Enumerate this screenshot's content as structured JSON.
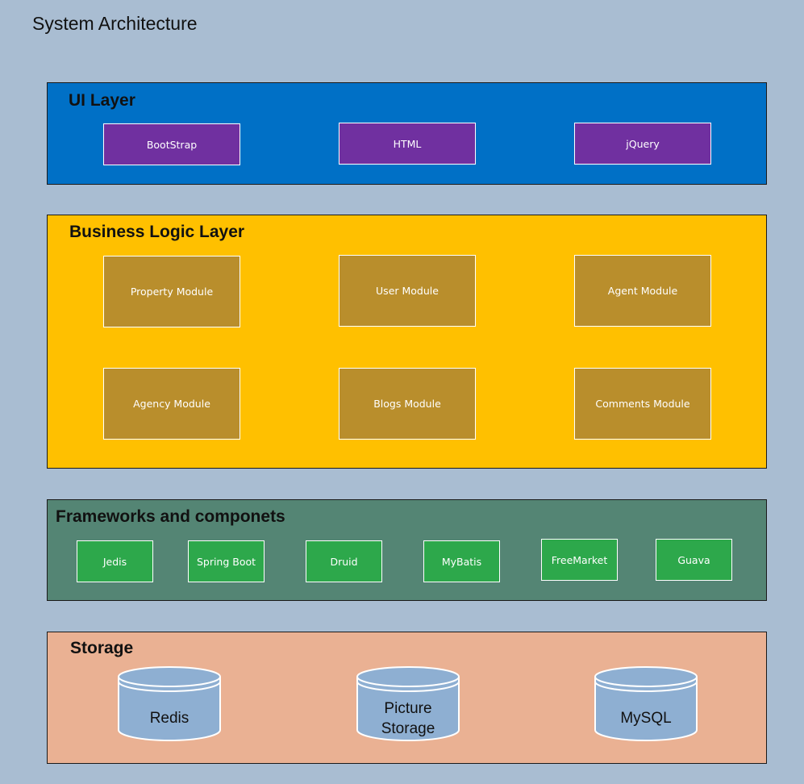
{
  "title": "System Architecture",
  "layers": {
    "ui": {
      "title": "UI Layer",
      "color": "#0070c6",
      "items": [
        "BootStrap",
        "HTML",
        "jQuery"
      ],
      "item_color": "#7030a0"
    },
    "business": {
      "title": "Business Logic Layer",
      "color": "#ffc000",
      "items": [
        "Property Module",
        "User Module",
        "Agent Module",
        "Agency Module",
        "Blogs Module",
        "Comments Module"
      ],
      "item_color": "#b98e2c"
    },
    "frameworks": {
      "title": "Frameworks and componets",
      "color": "#548574",
      "items": [
        "Jedis",
        "Spring Boot",
        "Druid",
        "MyBatis",
        "FreeMarket",
        "Guava"
      ],
      "item_color": "#2da84b"
    },
    "storage": {
      "title": "Storage",
      "color": "#eab193",
      "items": [
        "Redis",
        "Picture Storage",
        "MySQL"
      ],
      "item_color": "#8eafd2"
    }
  }
}
